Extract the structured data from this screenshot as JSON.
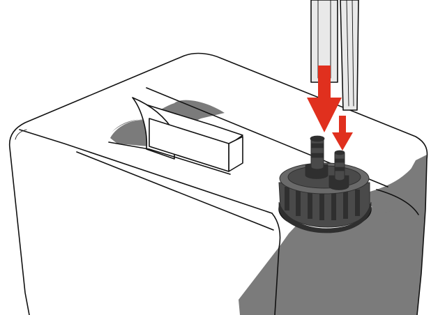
{
  "colors": {
    "background": "#ffffff",
    "outline": "#111111",
    "shadow": "#7b7b7b",
    "shadow_dark": "#5f5f5f",
    "cap_body": "#4a4a4a",
    "cap_dark": "#2f2f2f",
    "cap_light": "#6a6a6a",
    "arrow": "#e0301e",
    "hose": "#e9e9e9"
  },
  "parts": {
    "canister": {
      "icon": "canister-illustration"
    },
    "handle": {
      "icon": "carry-handle"
    },
    "cap": {
      "icon": "screw-cap"
    },
    "large_connector": {
      "icon": "large-hose-barb"
    },
    "small_connector": {
      "icon": "small-hose-barb"
    },
    "large_tube": {
      "icon": "large-hose"
    },
    "small_tube": {
      "icon": "small-hose"
    },
    "arrows": {
      "large": "arrow-down-icon",
      "small": "arrow-down-icon"
    }
  }
}
